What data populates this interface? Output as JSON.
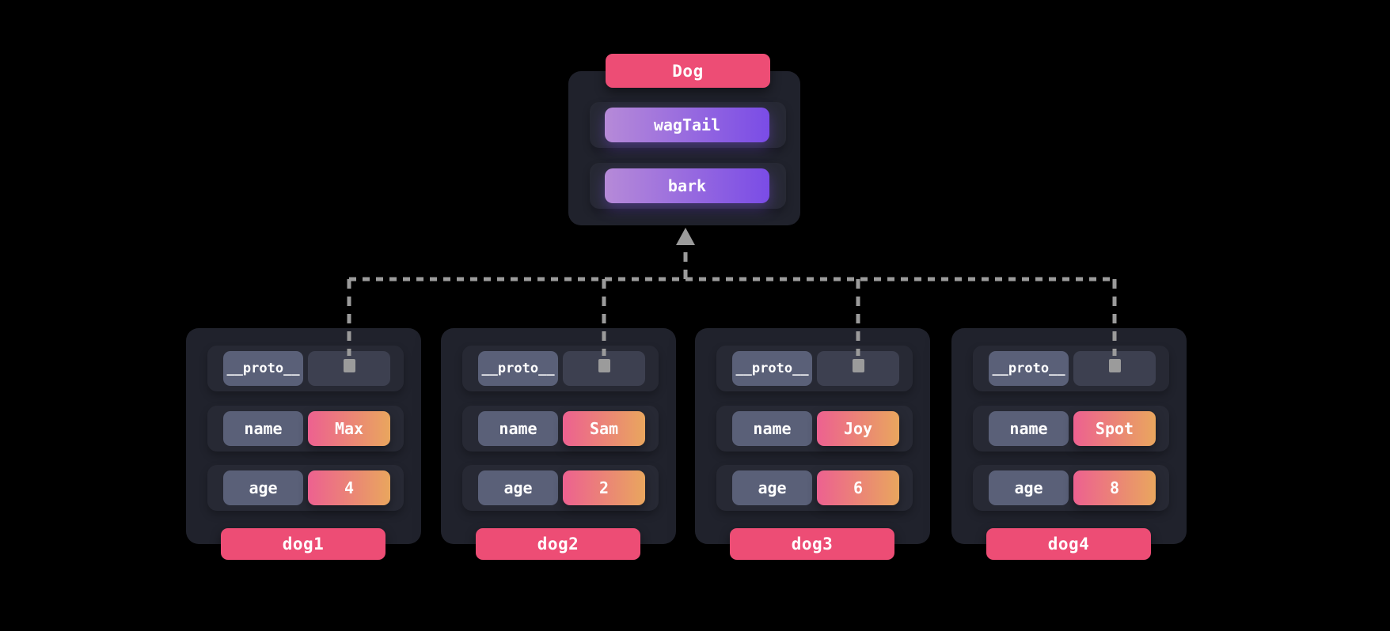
{
  "diagram": {
    "description_domain": "javascript-prototype-chain",
    "prototype_node": {
      "title": "Dog",
      "methods": [
        {
          "label": "wagTail"
        },
        {
          "label": "bark"
        }
      ]
    },
    "instances": [
      {
        "title": "dog1",
        "proto_label": "__proto__",
        "properties": [
          {
            "key": "name",
            "value": "Max"
          },
          {
            "key": "age",
            "value": "4"
          }
        ]
      },
      {
        "title": "dog2",
        "proto_label": "__proto__",
        "properties": [
          {
            "key": "name",
            "value": "Sam"
          },
          {
            "key": "age",
            "value": "2"
          }
        ]
      },
      {
        "title": "dog3",
        "proto_label": "__proto__",
        "properties": [
          {
            "key": "name",
            "value": "Joy"
          },
          {
            "key": "age",
            "value": "6"
          }
        ]
      },
      {
        "title": "dog4",
        "proto_label": "__proto__",
        "properties": [
          {
            "key": "name",
            "value": "Spot"
          },
          {
            "key": "age",
            "value": "8"
          }
        ]
      }
    ],
    "colors": {
      "background": "#000000",
      "node_surface": "#20222c",
      "row_surface": "#272934",
      "key_chip": "#5a6078",
      "proto_slot": "#3d4050",
      "accent_pink": "#ed4d75",
      "method_gradient_start": "#b68ad8",
      "method_gradient_end": "#7a4ce6",
      "value_gradient_start": "#ed6190",
      "value_gradient_end": "#e9a65e",
      "connector_gray": "#9b9b9b",
      "text": "#f5f6f8"
    }
  }
}
